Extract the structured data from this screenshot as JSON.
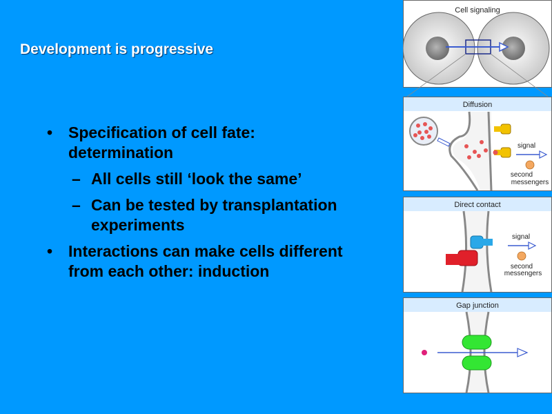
{
  "slide": {
    "title": "Development is progressive",
    "bullets": [
      {
        "level": 1,
        "text": "Specification of cell fate: determination"
      },
      {
        "level": 2,
        "text": "All cells still ‘look the same’"
      },
      {
        "level": 2,
        "text": "Can be tested by transplantation experiments"
      },
      {
        "level": 1,
        "text": "Interactions can make cells different from each other: induction"
      }
    ]
  },
  "figure": {
    "panels": {
      "cell_signaling": {
        "title": "Cell signaling"
      },
      "diffusion": {
        "title": "Diffusion",
        "signal": "signal",
        "second_1": "second",
        "second_2": "messengers"
      },
      "direct_contact": {
        "title": "Direct contact",
        "signal": "signal",
        "second_1": "second",
        "second_2": "messengers"
      },
      "gap_junction": {
        "title": "Gap junction"
      }
    }
  },
  "colors": {
    "background": "#0099FF",
    "title_text": "#FFFFFF",
    "body_text": "#000000",
    "panel_header": "#D8ECFF",
    "gap_junction_green": "#33E633",
    "receptor_yellow": "#F2C200",
    "receptor_blue": "#2AA8E8",
    "ligand_red": "#E0202A"
  }
}
